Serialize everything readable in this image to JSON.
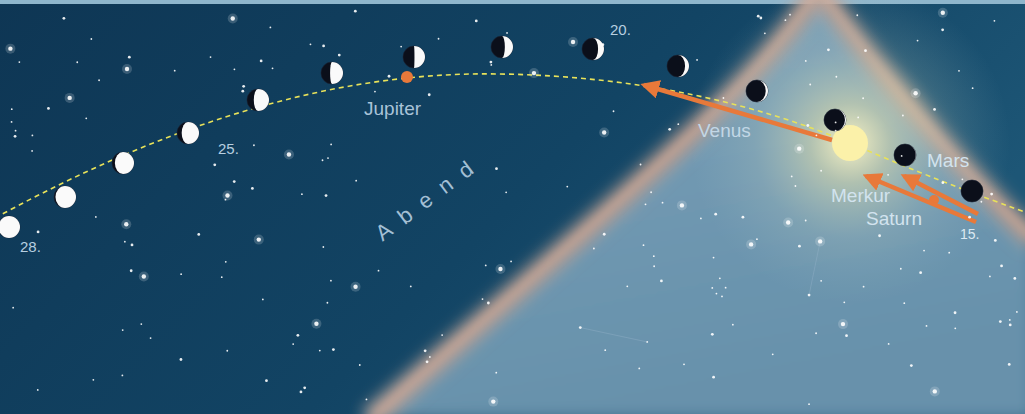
{
  "diagram": {
    "labels": [
      "20.",
      "Jupiter",
      "25.",
      "Venus",
      "Mars",
      "Merkur",
      "Saturn",
      "15.",
      "28.",
      "Abend"
    ]
  }
}
